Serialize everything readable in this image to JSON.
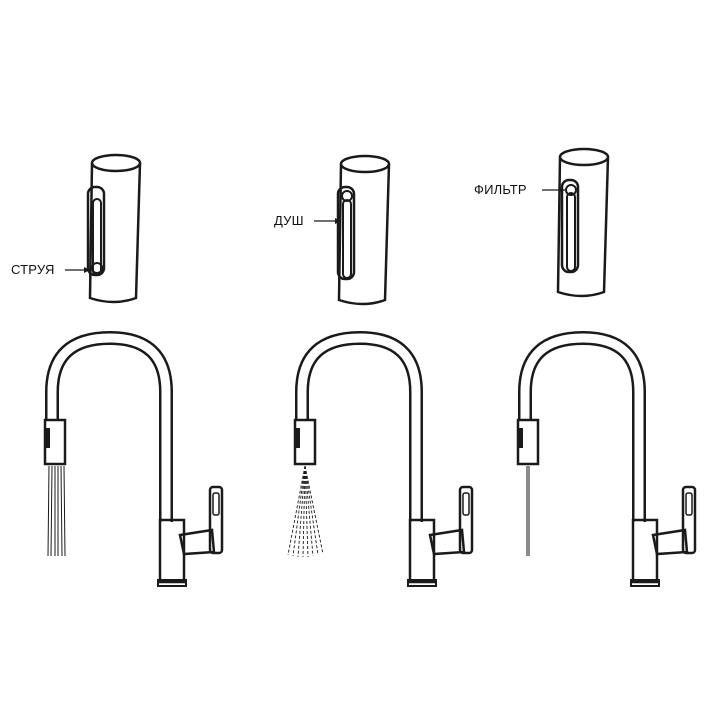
{
  "labels": {
    "jet": "СТРУЯ",
    "shower": "ДУШ",
    "filter": "ФИЛЬТР"
  },
  "modes": [
    {
      "mode": "jet",
      "spray": "stream"
    },
    {
      "mode": "shower",
      "spray": "fan"
    },
    {
      "mode": "filter",
      "spray": "thin"
    }
  ],
  "colors": {
    "line": "#1a1a1a",
    "background": "#ffffff"
  }
}
